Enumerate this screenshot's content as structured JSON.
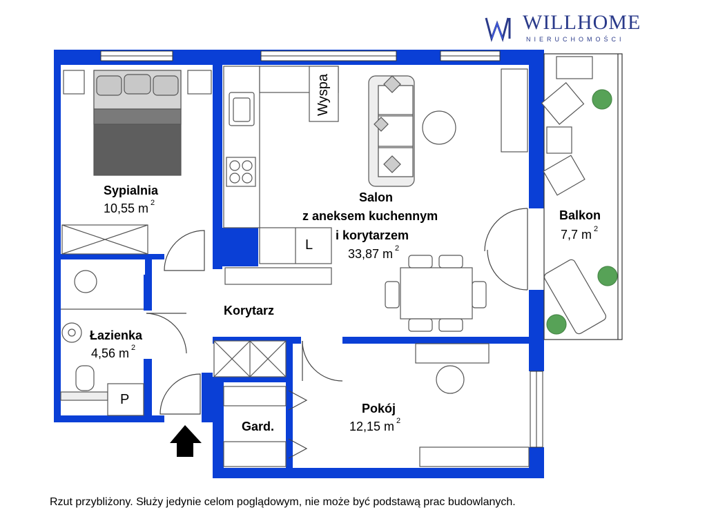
{
  "brand": {
    "name": "WILLHOME",
    "subtitle": "NIERUCHOMOŚCI",
    "color": "#2a3a8a"
  },
  "colors": {
    "wall": "#0a3fd6",
    "furniture_stroke": "#555555",
    "furniture_fill": "#ffffff",
    "bed_fill": "#5a5a5a"
  },
  "rooms": {
    "sypialnia": {
      "name": "Sypialnia",
      "area": "10,55 m",
      "sup": "2"
    },
    "salon": {
      "name_line1": "Salon",
      "name_line2": "z aneksem kuchennym",
      "name_line3": "i korytarzem",
      "area": "33,87 m",
      "sup": "2"
    },
    "balkon": {
      "name": "Balkon",
      "area": "7,7 m",
      "sup": "2"
    },
    "korytarz": {
      "name": "Korytarz"
    },
    "lazienka": {
      "name": "Łazienka",
      "area": "4,56 m",
      "sup": "2"
    },
    "pokoj": {
      "name": "Pokój",
      "area": "12,15 m",
      "sup": "2"
    },
    "garderoba": {
      "name": "Gard."
    }
  },
  "marks": {
    "wyspa": "Wyspa",
    "l": "L",
    "p": "P"
  },
  "footer": "Rzut przybliżony. Służy jedynie celom poglądowym, nie może być podstawą prac budowlanych."
}
